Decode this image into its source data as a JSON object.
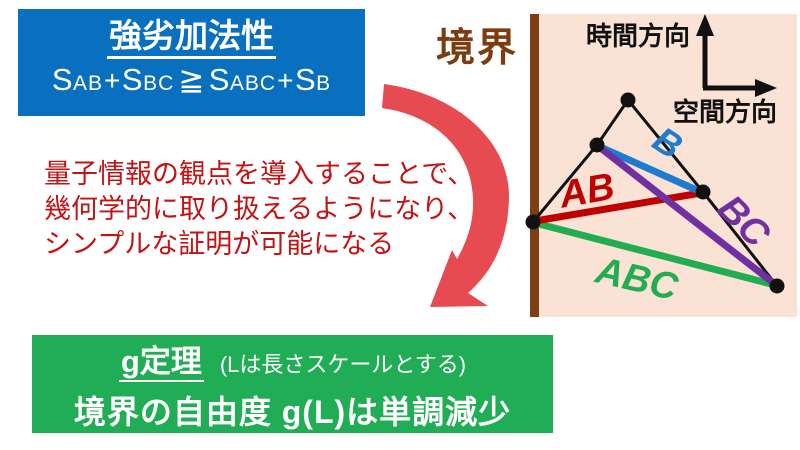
{
  "colors": {
    "box_blue": "#0970C0",
    "box_green": "#21AD55",
    "note_red": "#C21414",
    "arrow_red": "#E64B52",
    "boundary_brown": "#7C3E12",
    "boundary_text_brown": "#7B3C10",
    "panel_peach": "#FAE3D4",
    "line_blue": "#1E7CD0",
    "line_red": "#C00000",
    "line_purple": "#7030A0",
    "line_green": "#22AD52",
    "line_black": "#111111"
  },
  "sub_box": {
    "title": "強劣加法性",
    "formula": {
      "s1": "S",
      "g1": "AB",
      "op1": "+",
      "s2": "S",
      "g2": "BC",
      "rel": "≧",
      "s3": "S",
      "g3": "ABC",
      "op2": "+",
      "s4": "S",
      "g4": "B"
    }
  },
  "note": {
    "line1": "量子情報の観点を導入することで、",
    "line2": "幾何学的に取り扱えるようになり、",
    "line3": "シンプルな証明が可能になる"
  },
  "g_box": {
    "title": "g定理",
    "subtitle": "(Lは長さスケールとする)",
    "statement": "境界の自由度 g(L)は単調減少"
  },
  "diagram": {
    "boundary_label": "境界",
    "time_axis_label": "時間方向",
    "space_axis_label": "空間方向",
    "region_labels": {
      "b": "B",
      "ab": "AB",
      "bc": "BC",
      "abc": "ABC"
    }
  }
}
